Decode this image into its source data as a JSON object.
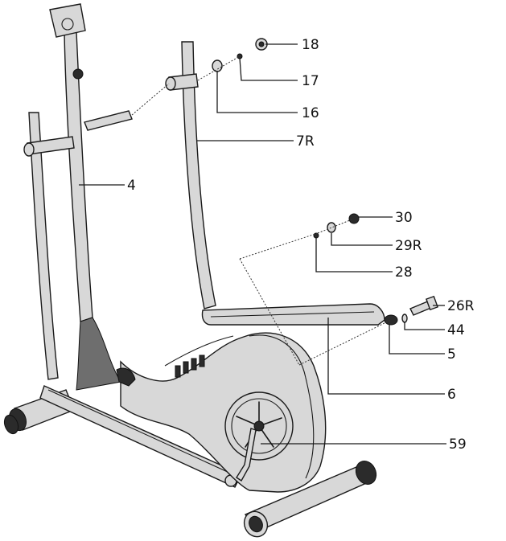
{
  "callouts": [
    {
      "id": "18",
      "text": "18"
    },
    {
      "id": "17",
      "text": "17"
    },
    {
      "id": "16",
      "text": "16"
    },
    {
      "id": "7R",
      "text": "7R"
    },
    {
      "id": "4",
      "text": "4"
    },
    {
      "id": "30",
      "text": "30"
    },
    {
      "id": "29R",
      "text": "29R"
    },
    {
      "id": "28",
      "text": "28"
    },
    {
      "id": "26R",
      "text": "26R"
    },
    {
      "id": "44",
      "text": "44"
    },
    {
      "id": "5",
      "text": "5"
    },
    {
      "id": "6",
      "text": "6"
    },
    {
      "id": "59",
      "text": "59"
    }
  ]
}
